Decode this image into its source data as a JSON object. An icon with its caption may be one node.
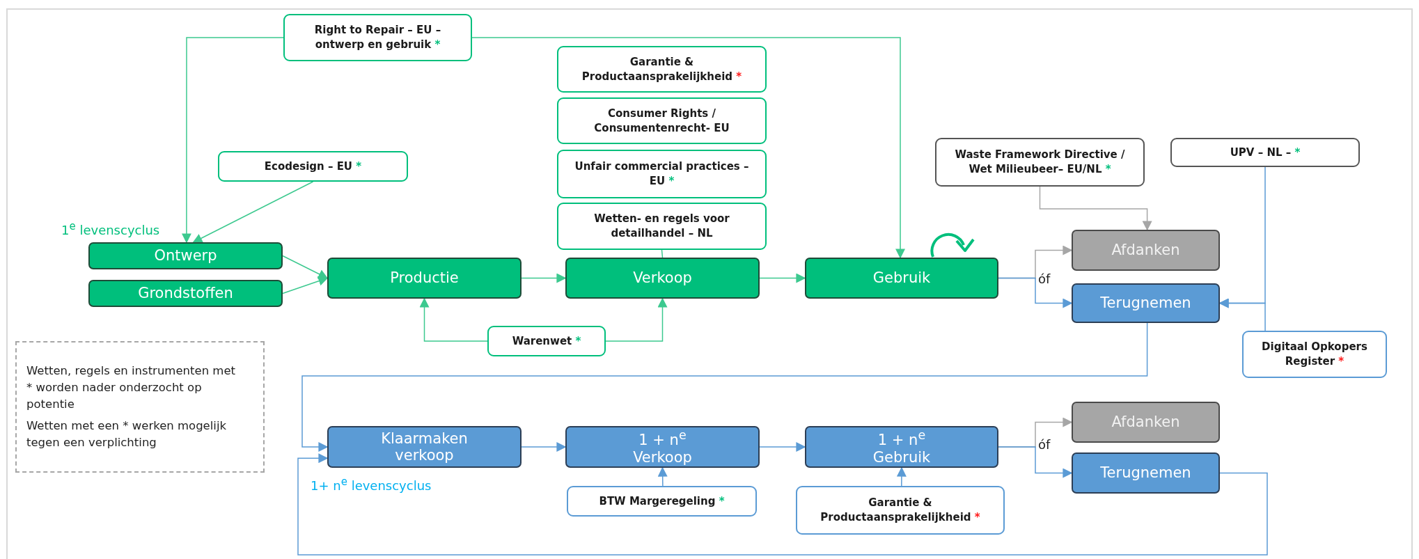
{
  "diagram": {
    "nodes": [
      {
        "text": [
          "Right to Repair – EU – ontwerp en gebruik",
          "*"
        ]
      },
      {
        "text": [
          "Garantie & Productaansprakelijkheid",
          "*"
        ]
      },
      {
        "text": [
          "Consumer Rights / Consumentenrecht- EU"
        ]
      },
      {
        "text": [
          "Unfair commercial practices – EU",
          "*"
        ]
      },
      {
        "text": [
          "Wetten- en regels voor detailhandel – NL"
        ]
      },
      {
        "text": [
          "Ecodesign – EU",
          "*"
        ]
      },
      {
        "text": [
          "Waste Framework Directive / Wet Milieubeer– EU/NL",
          "*"
        ]
      },
      {
        "text": [
          "UPV – NL –",
          "*"
        ]
      },
      {
        "text": [
          "Ontwerp"
        ]
      },
      {
        "text": [
          "Grondstoffen"
        ]
      },
      {
        "text": [
          "Productie"
        ]
      },
      {
        "text": [
          "Verkoop"
        ]
      },
      {
        "text": [
          "Gebruik"
        ]
      },
      {
        "text": [
          "Afdanken"
        ]
      },
      {
        "text": [
          "Terugnemen"
        ]
      },
      {
        "text": [
          "Warenwet",
          "*"
        ]
      },
      {
        "text": [
          "Digitaal Opkopers Register",
          "*"
        ]
      },
      {
        "text": [
          "Wetten, regels en instrumenten met * worden nader onderzocht op potentie",
          "Wetten met een * werken mogelijk tegen een verplichting"
        ]
      },
      {
        "text": [
          "Klaarmaken verkoop"
        ]
      },
      {
        "text": [
          "1 + n$^{e}$ Verkoop"
        ]
      },
      {
        "text": [
          "1 + n$^{e}$ Gebruik"
        ]
      },
      {
        "text": [
          "Afdanken"
        ]
      },
      {
        "text": [
          "Terugnemen"
        ]
      },
      {
        "text": [
          "BTW Margeregeling",
          "*"
        ]
      },
      {
        "text": [
          "Garantie & Productaansprakelijkheid",
          "*"
        ]
      }
    ],
    "edges": [
      {
        "from": 0,
        "to": 8,
        "arrow": "to"
      },
      {
        "from": 0,
        "to": 12,
        "arrow": "to"
      },
      {
        "from": 5,
        "to": 8,
        "arrow": "to"
      },
      {
        "from": 8,
        "to": 10,
        "arrow": "to"
      },
      {
        "from": 9,
        "to": 10,
        "arrow": "to"
      },
      {
        "from": 10,
        "to": 11,
        "arrow": "to"
      },
      {
        "from": 11,
        "to": 12,
        "arrow": "to"
      },
      {
        "from": 15,
        "to": 10,
        "arrow": "to"
      },
      {
        "from": 15,
        "to": 11,
        "arrow": "to"
      },
      {
        "from": 4,
        "to": 11,
        "arrow": "none"
      },
      {
        "from": 12,
        "to": 13,
        "arrow": "to",
        "color": "#a6a6a6"
      },
      {
        "from": 12,
        "to": 14,
        "arrow": "to",
        "color": "#5b9bd5"
      },
      {
        "from": 6,
        "to": 13,
        "arrow": "to",
        "color": "#a6a6a6"
      },
      {
        "from": 7,
        "to": 14,
        "arrow": "to",
        "color": "#5b9bd5"
      },
      {
        "from": 16,
        "to": 14,
        "arrow": "to",
        "color": "#5b9bd5"
      },
      {
        "from": 14,
        "to": 18,
        "arrow": "to",
        "color": "#5b9bd5"
      },
      {
        "from": 18,
        "to": 19,
        "arrow": "to",
        "color": "#5b9bd5"
      },
      {
        "from": 19,
        "to": 20,
        "arrow": "to",
        "color": "#5b9bd5"
      },
      {
        "from": 23,
        "to": 19,
        "arrow": "to",
        "color": "#5b9bd5"
      },
      {
        "from": 24,
        "to": 20,
        "arrow": "to",
        "color": "#5b9bd5"
      },
      {
        "from": 20,
        "to": 21,
        "arrow": "to",
        "color": "#a6a6a6"
      },
      {
        "from": 20,
        "to": 22,
        "arrow": "to",
        "color": "#5b9bd5"
      },
      {
        "from": 22,
        "to": 18,
        "arrow": "to",
        "color": "#5b9bd5"
      }
    ],
    "labels": [
      "1$^{e}$ levenscyclus",
      "óf",
      "óf",
      "1+ n$^{e}$ levenscyclus"
    ]
  }
}
